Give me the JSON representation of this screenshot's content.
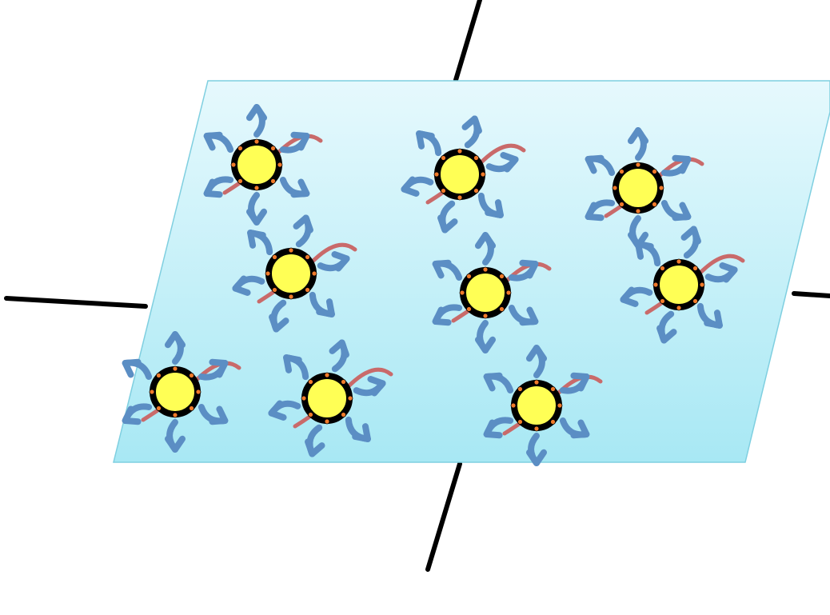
{
  "diagram": {
    "colors": {
      "background": "#ffffff",
      "plane_top": "#e6f9fd",
      "plane_bottom": "#a8e8f4",
      "plane_edge": "#7fcfe0",
      "axis": "#000000",
      "ligand_arm": "#5b8ec4",
      "core_fill": "#ffff55",
      "core_ring": "#000000",
      "binding_site": "#f07a2a",
      "tether": "#c96a6a"
    },
    "particles": [
      {
        "id": "p1"
      },
      {
        "id": "p2"
      },
      {
        "id": "p3"
      },
      {
        "id": "p4"
      },
      {
        "id": "p5"
      },
      {
        "id": "p6"
      },
      {
        "id": "p7"
      },
      {
        "id": "p8"
      },
      {
        "id": "p9"
      },
      {
        "id": "p10"
      }
    ]
  }
}
